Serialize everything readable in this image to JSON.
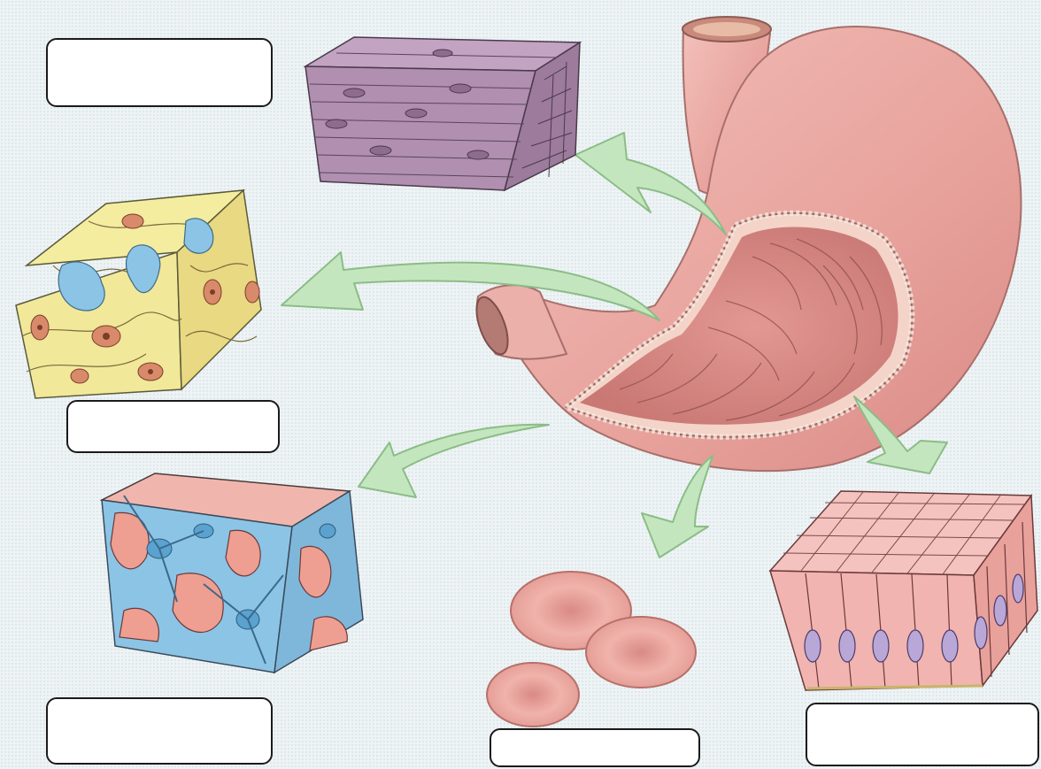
{
  "diagram": {
    "subject": "stomach",
    "structures": [
      "stomach",
      "muscle-tissue",
      "connective-tissue",
      "nervous-tissue",
      "blood-cells",
      "epithelial-tissue",
      "arrows"
    ]
  },
  "labels": [
    {
      "id": "label-muscle-tissue",
      "text": ""
    },
    {
      "id": "label-connective-tissue",
      "text": ""
    },
    {
      "id": "label-nervous-tissue",
      "text": ""
    },
    {
      "id": "label-blood-cells",
      "text": ""
    },
    {
      "id": "label-epithelial-tissue",
      "text": ""
    }
  ],
  "colors": {
    "stomach": "#e9a7a1",
    "stomach_inner": "#d98a86",
    "arrow_fill": "#c4e6bf",
    "arrow_stroke": "#8bbd86",
    "muscle": "#b08fb0",
    "nerve_blue": "#8cc4e6",
    "connective_yellow": "#f1e89a",
    "blood_cell": "#ecaba3",
    "epithelium": "#f2b4b0",
    "nucleus": "#b9a7d8"
  }
}
